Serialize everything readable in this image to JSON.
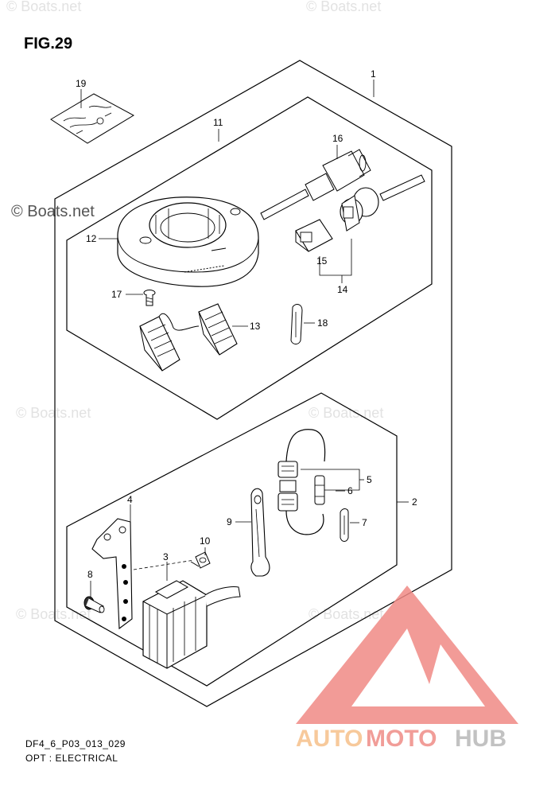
{
  "figure": {
    "title": "FIG.29",
    "code": "DF4_6_P03_013_029",
    "subtitle": "OPT : ELECTRICAL"
  },
  "watermarks": {
    "boats_net": "© Boats.net",
    "brand_prefix": "AUTO",
    "brand_middle": "MOTO",
    "brand_suffix": "HUB"
  },
  "colors": {
    "line": "#000000",
    "brand_triangle": "#f08a85",
    "brand_orange": "#f6c08a",
    "brand_red": "#ef8c87",
    "brand_gray": "#b8b8b8"
  },
  "callouts": {
    "c1": "1",
    "c2": "2",
    "c3": "3",
    "c4": "4",
    "c5": "5",
    "c6": "6",
    "c7": "7",
    "c8": "8",
    "c9": "9",
    "c10": "10",
    "c11": "11",
    "c12": "12",
    "c13": "13",
    "c14": "14",
    "c15": "15",
    "c16": "16",
    "c17": "17",
    "c18": "18",
    "c19": "19"
  }
}
